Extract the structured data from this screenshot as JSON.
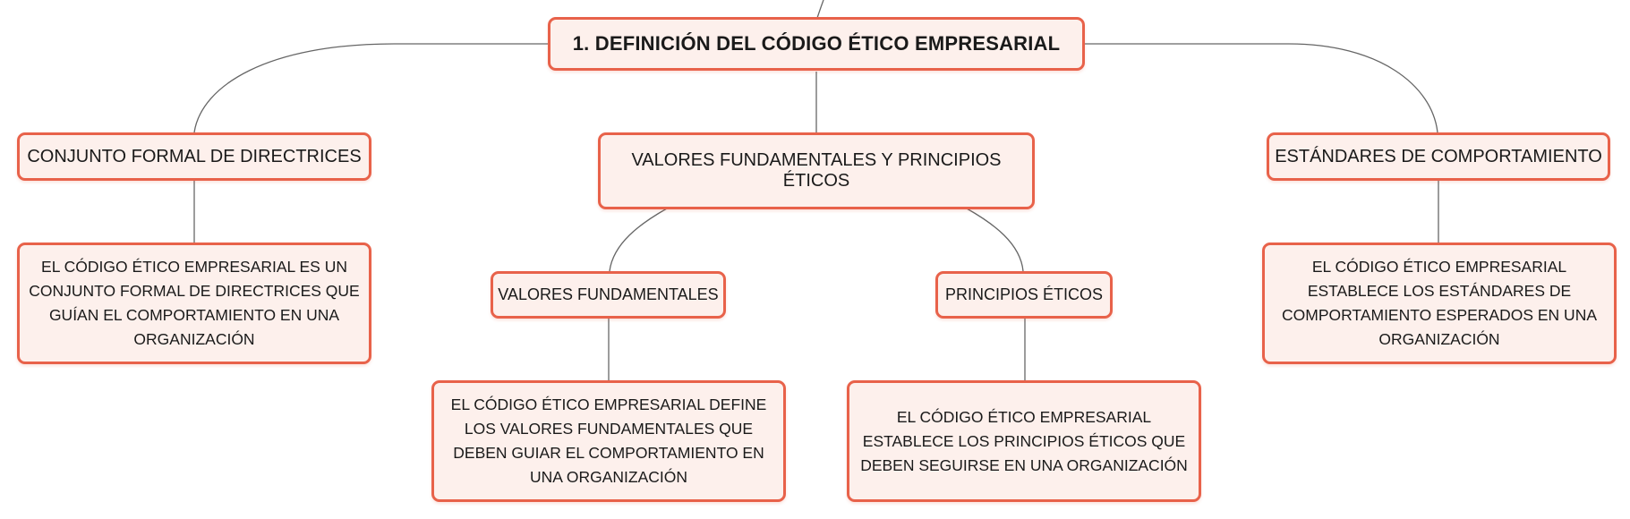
{
  "diagram": {
    "root": {
      "label": "1. DEFINICIÓN DEL CÓDIGO ÉTICO EMPRESARIAL"
    },
    "branches": [
      {
        "label": "CONJUNTO FORMAL DE DIRECTRICES",
        "detail": "EL CÓDIGO ÉTICO EMPRESARIAL ES UN CONJUNTO FORMAL DE DIRECTRICES QUE GUÍAN EL COMPORTAMIENTO EN UNA ORGANIZACIÓN"
      },
      {
        "label": "VALORES FUNDAMENTALES Y PRINCIPIOS ÉTICOS",
        "children": [
          {
            "label": "VALORES FUNDAMENTALES",
            "detail": "EL CÓDIGO ÉTICO EMPRESARIAL DEFINE LOS VALORES FUNDAMENTALES QUE DEBEN GUIAR EL COMPORTAMIENTO EN UNA ORGANIZACIÓN"
          },
          {
            "label": "PRINCIPIOS ÉTICOS",
            "detail": "EL CÓDIGO ÉTICO EMPRESARIAL ESTABLECE LOS PRINCIPIOS ÉTICOS QUE DEBEN SEGUIRSE EN UNA ORGANIZACIÓN"
          }
        ]
      },
      {
        "label": "ESTÁNDARES DE COMPORTAMIENTO",
        "detail": "EL CÓDIGO ÉTICO EMPRESARIAL ESTABLECE LOS ESTÁNDARES DE COMPORTAMIENTO ESPERADOS EN UNA ORGANIZACIÓN"
      }
    ]
  },
  "colors": {
    "node_border": "#e8624a",
    "node_fill": "#fdf0ec",
    "connector": "#666666",
    "text": "#1a1a1a"
  }
}
